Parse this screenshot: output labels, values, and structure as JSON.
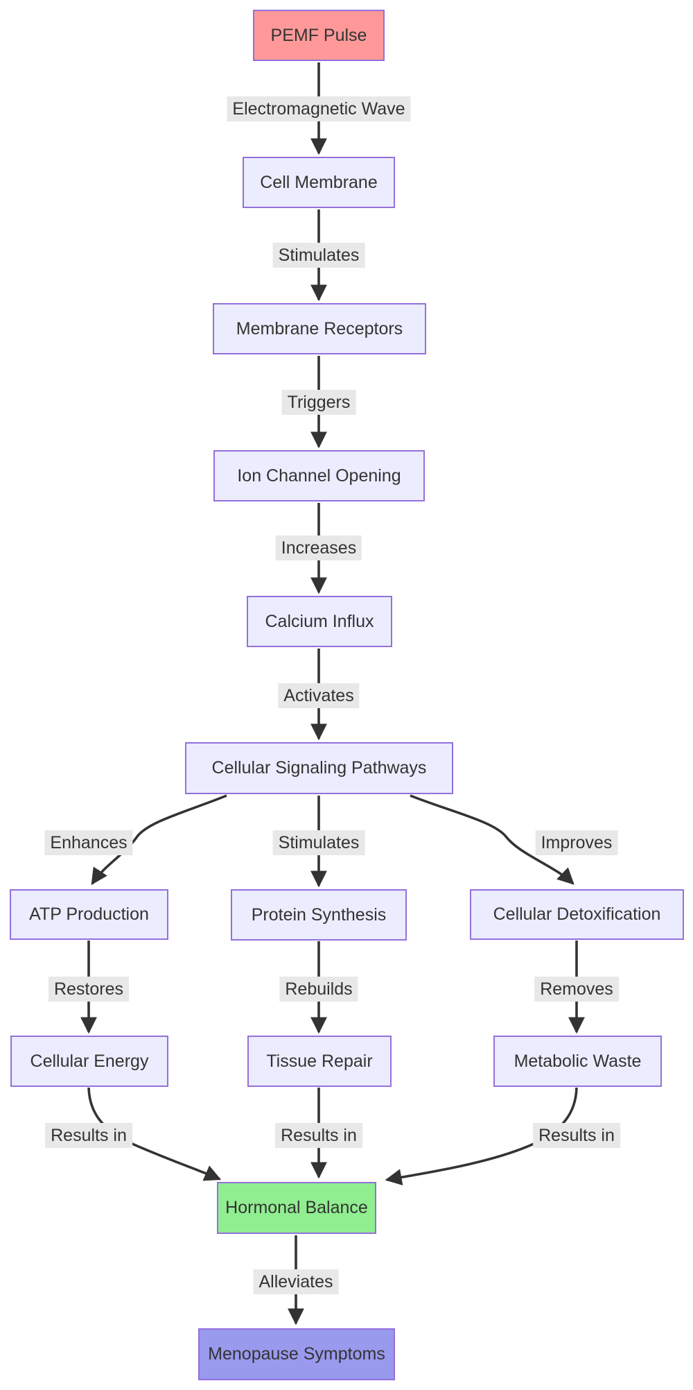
{
  "diagram": {
    "type": "flowchart-top-down",
    "colors": {
      "default_node_fill": "#ECECFF",
      "node_border": "#9370DB",
      "source_node_fill": "#FF9999",
      "outcome_node_fill": "#90EE90",
      "final_node_fill": "#9999EE",
      "edge_color": "#333333",
      "edge_label_background": "#e8e8e8",
      "text_color": "#333333",
      "background": "#ffffff"
    },
    "nodes": {
      "pemf_pulse": {
        "label": "PEMF Pulse",
        "style": "source"
      },
      "cell_membrane": {
        "label": "Cell Membrane",
        "style": "default"
      },
      "membrane_receptors": {
        "label": "Membrane Receptors",
        "style": "default"
      },
      "ion_channel_opening": {
        "label": "Ion Channel Opening",
        "style": "default"
      },
      "calcium_influx": {
        "label": "Calcium Influx",
        "style": "default"
      },
      "cellular_signaling_pathways": {
        "label": "Cellular Signaling Pathways",
        "style": "default"
      },
      "atp_production": {
        "label": "ATP Production",
        "style": "default"
      },
      "protein_synthesis": {
        "label": "Protein Synthesis",
        "style": "default"
      },
      "cellular_detoxification": {
        "label": "Cellular Detoxification",
        "style": "default"
      },
      "cellular_energy": {
        "label": "Cellular Energy",
        "style": "default"
      },
      "tissue_repair": {
        "label": "Tissue Repair",
        "style": "default"
      },
      "metabolic_waste": {
        "label": "Metabolic Waste",
        "style": "default"
      },
      "hormonal_balance": {
        "label": "Hormonal Balance",
        "style": "outcome"
      },
      "menopause_symptoms": {
        "label": "Menopause Symptoms",
        "style": "final"
      }
    },
    "edges": [
      {
        "from": "pemf_pulse",
        "to": "cell_membrane",
        "label": "Electromagnetic Wave"
      },
      {
        "from": "cell_membrane",
        "to": "membrane_receptors",
        "label": "Stimulates"
      },
      {
        "from": "membrane_receptors",
        "to": "ion_channel_opening",
        "label": "Triggers"
      },
      {
        "from": "ion_channel_opening",
        "to": "calcium_influx",
        "label": "Increases"
      },
      {
        "from": "calcium_influx",
        "to": "cellular_signaling_pathways",
        "label": "Activates"
      },
      {
        "from": "cellular_signaling_pathways",
        "to": "atp_production",
        "label": "Enhances"
      },
      {
        "from": "cellular_signaling_pathways",
        "to": "protein_synthesis",
        "label": "Stimulates"
      },
      {
        "from": "cellular_signaling_pathways",
        "to": "cellular_detoxification",
        "label": "Improves"
      },
      {
        "from": "atp_production",
        "to": "cellular_energy",
        "label": "Restores"
      },
      {
        "from": "protein_synthesis",
        "to": "tissue_repair",
        "label": "Rebuilds"
      },
      {
        "from": "cellular_detoxification",
        "to": "metabolic_waste",
        "label": "Removes"
      },
      {
        "from": "cellular_energy",
        "to": "hormonal_balance",
        "label": "Results in"
      },
      {
        "from": "tissue_repair",
        "to": "hormonal_balance",
        "label": "Results in"
      },
      {
        "from": "metabolic_waste",
        "to": "hormonal_balance",
        "label": "Results in"
      },
      {
        "from": "hormonal_balance",
        "to": "menopause_symptoms",
        "label": "Alleviates"
      }
    ]
  }
}
